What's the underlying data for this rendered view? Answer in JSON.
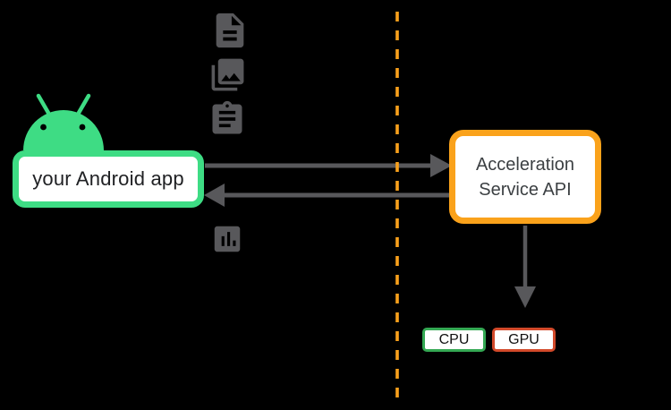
{
  "diagram": {
    "background": "#000000",
    "arrow_color": "#58585B",
    "icon_color": "#58585B",
    "boundary": {
      "color": "#F9A11C",
      "style": "dashed-vertical"
    }
  },
  "mascot": {
    "name": "android-robot",
    "color": "#3EDC84"
  },
  "app_box": {
    "label": "your Android app",
    "border_color": "#3EDC84",
    "text_color": "#202124"
  },
  "input_icons": [
    {
      "name": "document-icon"
    },
    {
      "name": "photo-library-icon"
    },
    {
      "name": "clipboard-icon"
    }
  ],
  "metrics_icon": {
    "name": "bar-chart-icon"
  },
  "service_box": {
    "line1": "Acceleration",
    "line2": "Service API",
    "border_color": "#FAA21B",
    "text_color": "#3C4043"
  },
  "hardware_chips": [
    {
      "label": "CPU",
      "border_color": "#34A853"
    },
    {
      "label": "GPU",
      "border_color": "#D2492A"
    }
  ]
}
